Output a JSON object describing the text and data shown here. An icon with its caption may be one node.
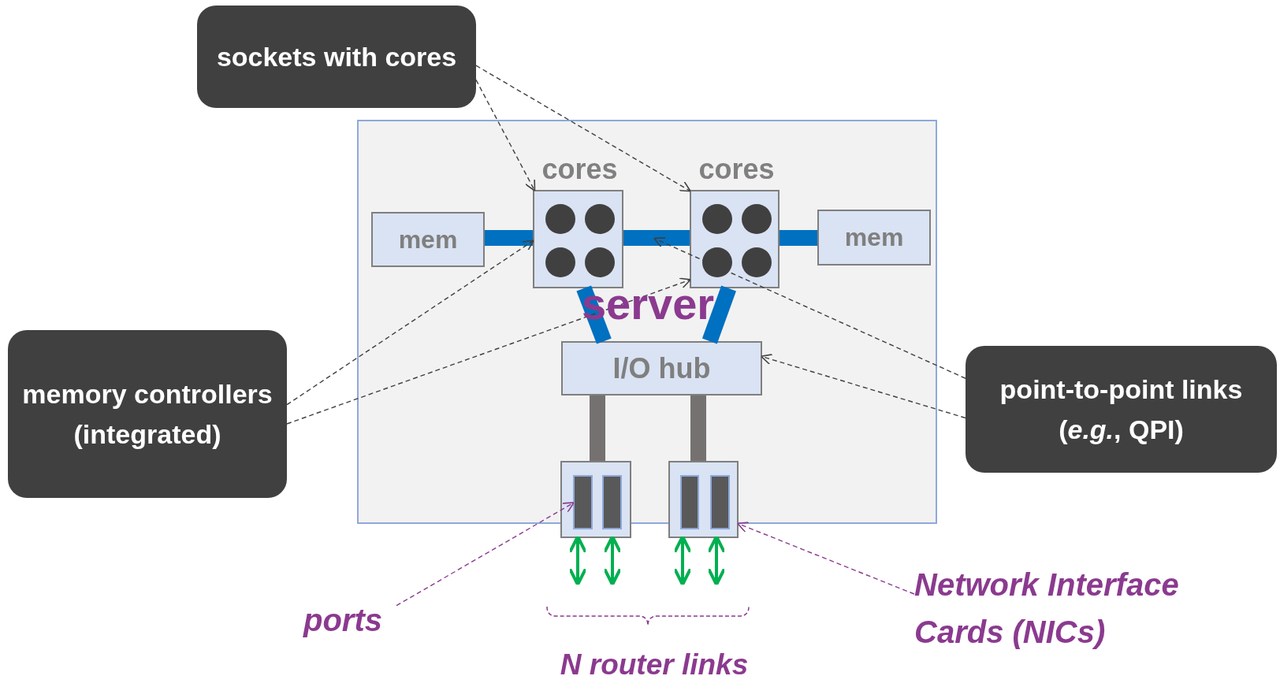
{
  "diagram": {
    "nodes": [
      {
        "text": [
          "server"
        ]
      },
      {
        "text": [
          "cores"
        ],
        "in": 0
      },
      {
        "text": [
          "cores"
        ],
        "in": 0
      },
      {
        "text": [
          "mem"
        ],
        "in": 0
      },
      {
        "text": [
          "mem"
        ],
        "in": 0
      },
      {
        "text": [
          "I/O hub"
        ],
        "in": 0
      },
      {
        "text": [],
        "shape": "box",
        "in": 0
      },
      {
        "text": [],
        "shape": "box",
        "in": 0
      },
      {
        "text": [],
        "shape": "bar",
        "in": 6
      },
      {
        "text": [],
        "shape": "bar",
        "in": 6
      },
      {
        "text": [],
        "shape": "bar",
        "in": 7
      },
      {
        "text": [],
        "shape": "bar",
        "in": 7
      },
      {
        "text": [
          "sockets with cores"
        ]
      },
      {
        "text": [
          "memory controllers (integrated)"
        ]
      },
      {
        "text": [
          "point-to-point links (*e.g.*, QPI)"
        ]
      },
      {
        "text": [
          "ports"
        ]
      },
      {
        "text": [
          "Network Interface Cards (NICs)"
        ]
      }
    ],
    "edges": [
      {
        "from": 3,
        "to": 1,
        "arrow": "none",
        "style": "thick",
        "color": "#0070c0"
      },
      {
        "from": 1,
        "to": 2,
        "arrow": "none",
        "style": "thick",
        "color": "#0070c0"
      },
      {
        "from": 2,
        "to": 4,
        "arrow": "none",
        "style": "thick",
        "color": "#0070c0"
      },
      {
        "from": 1,
        "to": 5,
        "arrow": "none",
        "style": "thick",
        "color": "#0070c0"
      },
      {
        "from": 2,
        "to": 5,
        "arrow": "none",
        "style": "thick",
        "color": "#0070c0"
      },
      {
        "from": 5,
        "to": 6,
        "arrow": "none",
        "style": "thick",
        "color": "#767171"
      },
      {
        "from": 5,
        "to": 7,
        "arrow": "none",
        "style": "thick",
        "color": "#767171"
      },
      {
        "from": 6,
        "to": null,
        "arrow": "both",
        "color": "#00b050"
      },
      {
        "from": 6,
        "to": null,
        "arrow": "both",
        "color": "#00b050"
      },
      {
        "from": 7,
        "to": null,
        "arrow": "both",
        "color": "#00b050"
      },
      {
        "from": 7,
        "to": null,
        "arrow": "both",
        "color": "#00b050"
      },
      {
        "from": 12,
        "to": 1,
        "arrow": "to",
        "style": "dashed",
        "color": "#404040"
      },
      {
        "from": 12,
        "to": 2,
        "arrow": "to",
        "style": "dashed",
        "color": "#404040"
      },
      {
        "from": 13,
        "to": 1,
        "arrow": "to",
        "style": "dashed",
        "color": "#404040"
      },
      {
        "from": 13,
        "to": 2,
        "arrow": "to",
        "style": "dashed",
        "color": "#404040"
      },
      {
        "from": 14,
        "to": null,
        "arrow": "to",
        "style": "dashed",
        "color": "#404040"
      },
      {
        "from": 14,
        "to": 5,
        "arrow": "to",
        "style": "dashed",
        "color": "#404040"
      },
      {
        "from": 15,
        "to": 8,
        "arrow": "to",
        "style": "dashed",
        "color": "#8b3a8f"
      },
      {
        "from": 16,
        "to": 7,
        "arrow": "to",
        "style": "dashed",
        "color": "#8b3a8f"
      }
    ],
    "labels": [
      "N router links"
    ]
  }
}
